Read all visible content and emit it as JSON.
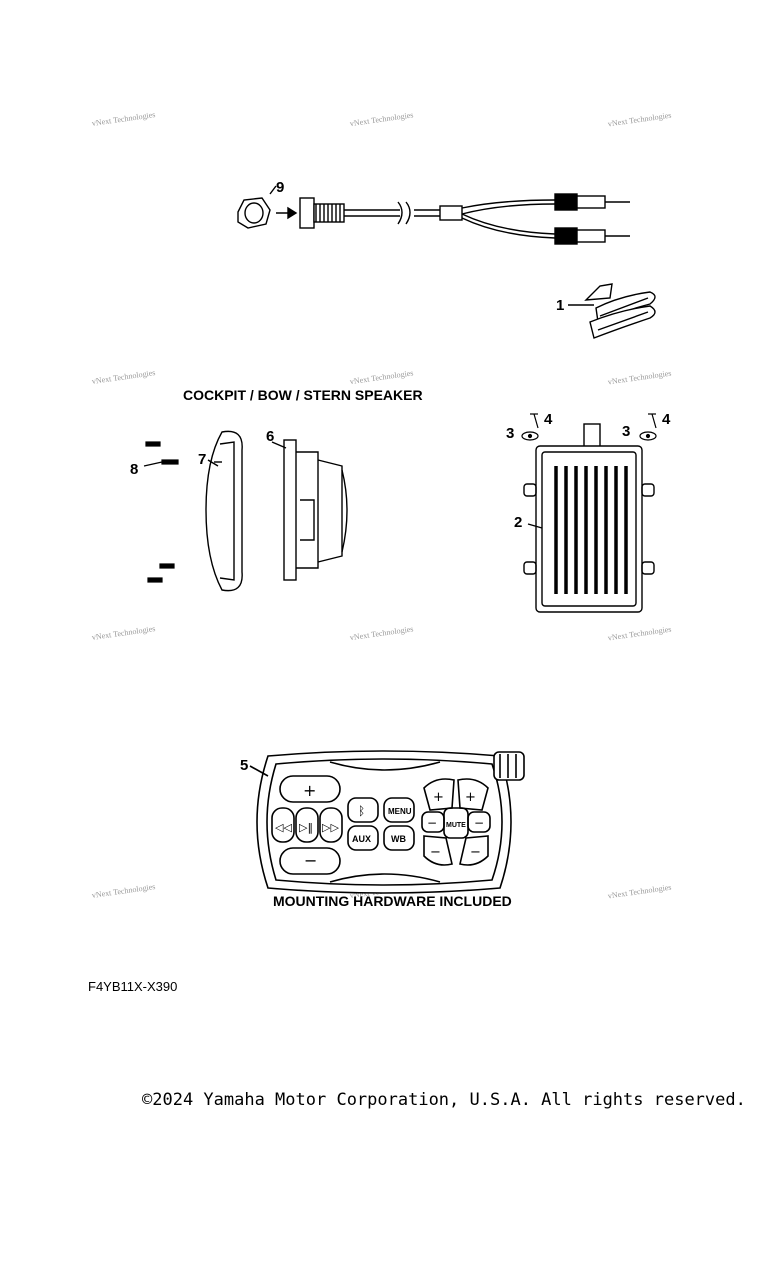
{
  "watermark": "vNext Technologies",
  "callouts": {
    "c1": "1",
    "c2": "2",
    "c3a": "3",
    "c3b": "3",
    "c4a": "4",
    "c4b": "4",
    "c5": "5",
    "c6": "6",
    "c7": "7",
    "c8": "8",
    "c9": "9"
  },
  "captions": {
    "speaker": "COCKPIT / BOW / STERN SPEAKER",
    "remote": "MOUNTING HARDWARE INCLUDED"
  },
  "remote_buttons": {
    "aux": "AUX",
    "wb": "WB",
    "menu": "MENU",
    "mute": "MUTE"
  },
  "ref_code": "F4YB11X-X390",
  "copyright": "©2024 Yamaha Motor Corporation, U.S.A. All rights reserved."
}
